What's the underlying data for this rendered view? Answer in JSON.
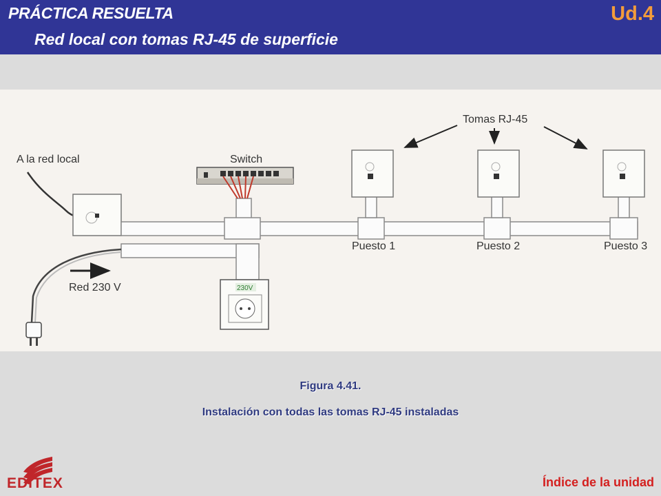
{
  "header": {
    "title": "PRÁCTICA RESUELTA",
    "subtitle": "Red local con tomas RJ-45 de superficie",
    "unit": "Ud.4"
  },
  "diagram": {
    "local_network_label": "A la red local",
    "switch_label": "Switch",
    "rj45_label": "Tomas RJ-45",
    "workstations": [
      "Puesto 1",
      "Puesto 2",
      "Puesto 3"
    ],
    "power_label": "Red 230 V",
    "socket_voltage": "230V"
  },
  "caption": {
    "line1": "Figura 4.41.",
    "line2": "Instalación con todas las tomas RJ-45 instaladas"
  },
  "footer": {
    "logo_text": "EDITEX",
    "index_link": "Índice de la unidad"
  },
  "colors": {
    "header_bg": "#303596",
    "unit_accent": "#f39c3b",
    "brand_red": "#c0262a",
    "link_red": "#d4201f"
  }
}
